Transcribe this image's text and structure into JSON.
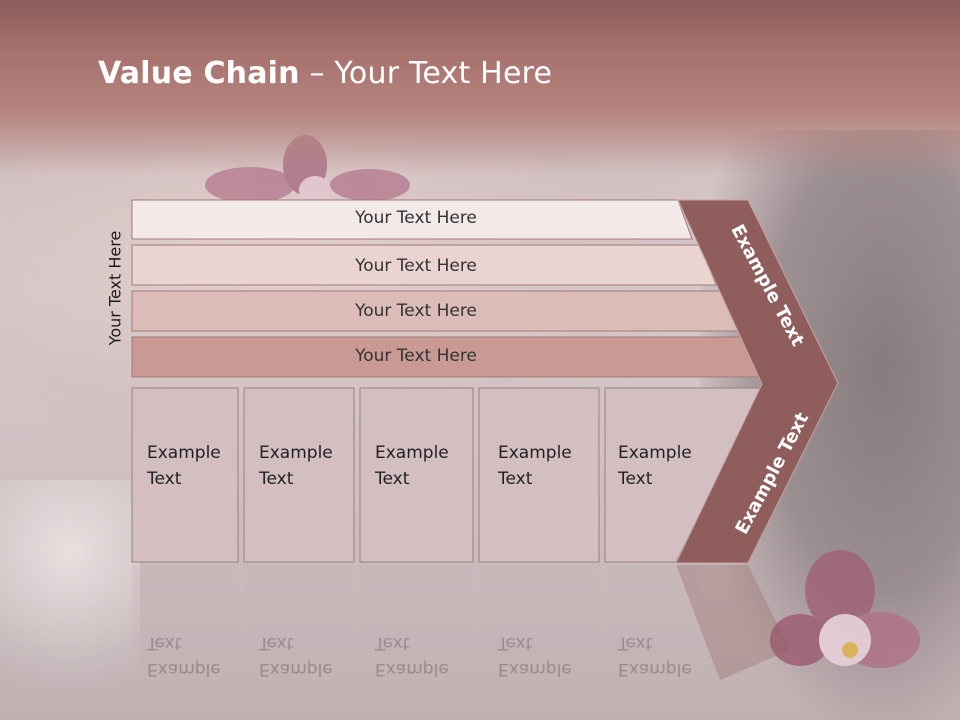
{
  "slide": {
    "title_bold": "Value Chain",
    "title_rest": " – Your Text Here",
    "vertical_label": "Your Text Here",
    "rows": [
      "Your Text Here",
      "Your Text Here",
      "Your Text Here",
      "Your Text Here"
    ],
    "boxes": [
      {
        "line1": "Example",
        "line2": "Text"
      },
      {
        "line1": "Example",
        "line2": "Text"
      },
      {
        "line1": "Example",
        "line2": "Text"
      },
      {
        "line1": "Example",
        "line2": "Text"
      },
      {
        "line1": "Example",
        "line2": "Text"
      }
    ],
    "arrow_top_label": "Example Text",
    "arrow_bottom_label": "Example Text",
    "colors": {
      "banner": "#a8726e",
      "arrow": "#8f5d5c",
      "row1": "#f3e9e9",
      "row2": "#e9d4d2",
      "row3": "#dcbcb8",
      "row4": "#c99a94",
      "box": "#d3bfc1"
    }
  }
}
